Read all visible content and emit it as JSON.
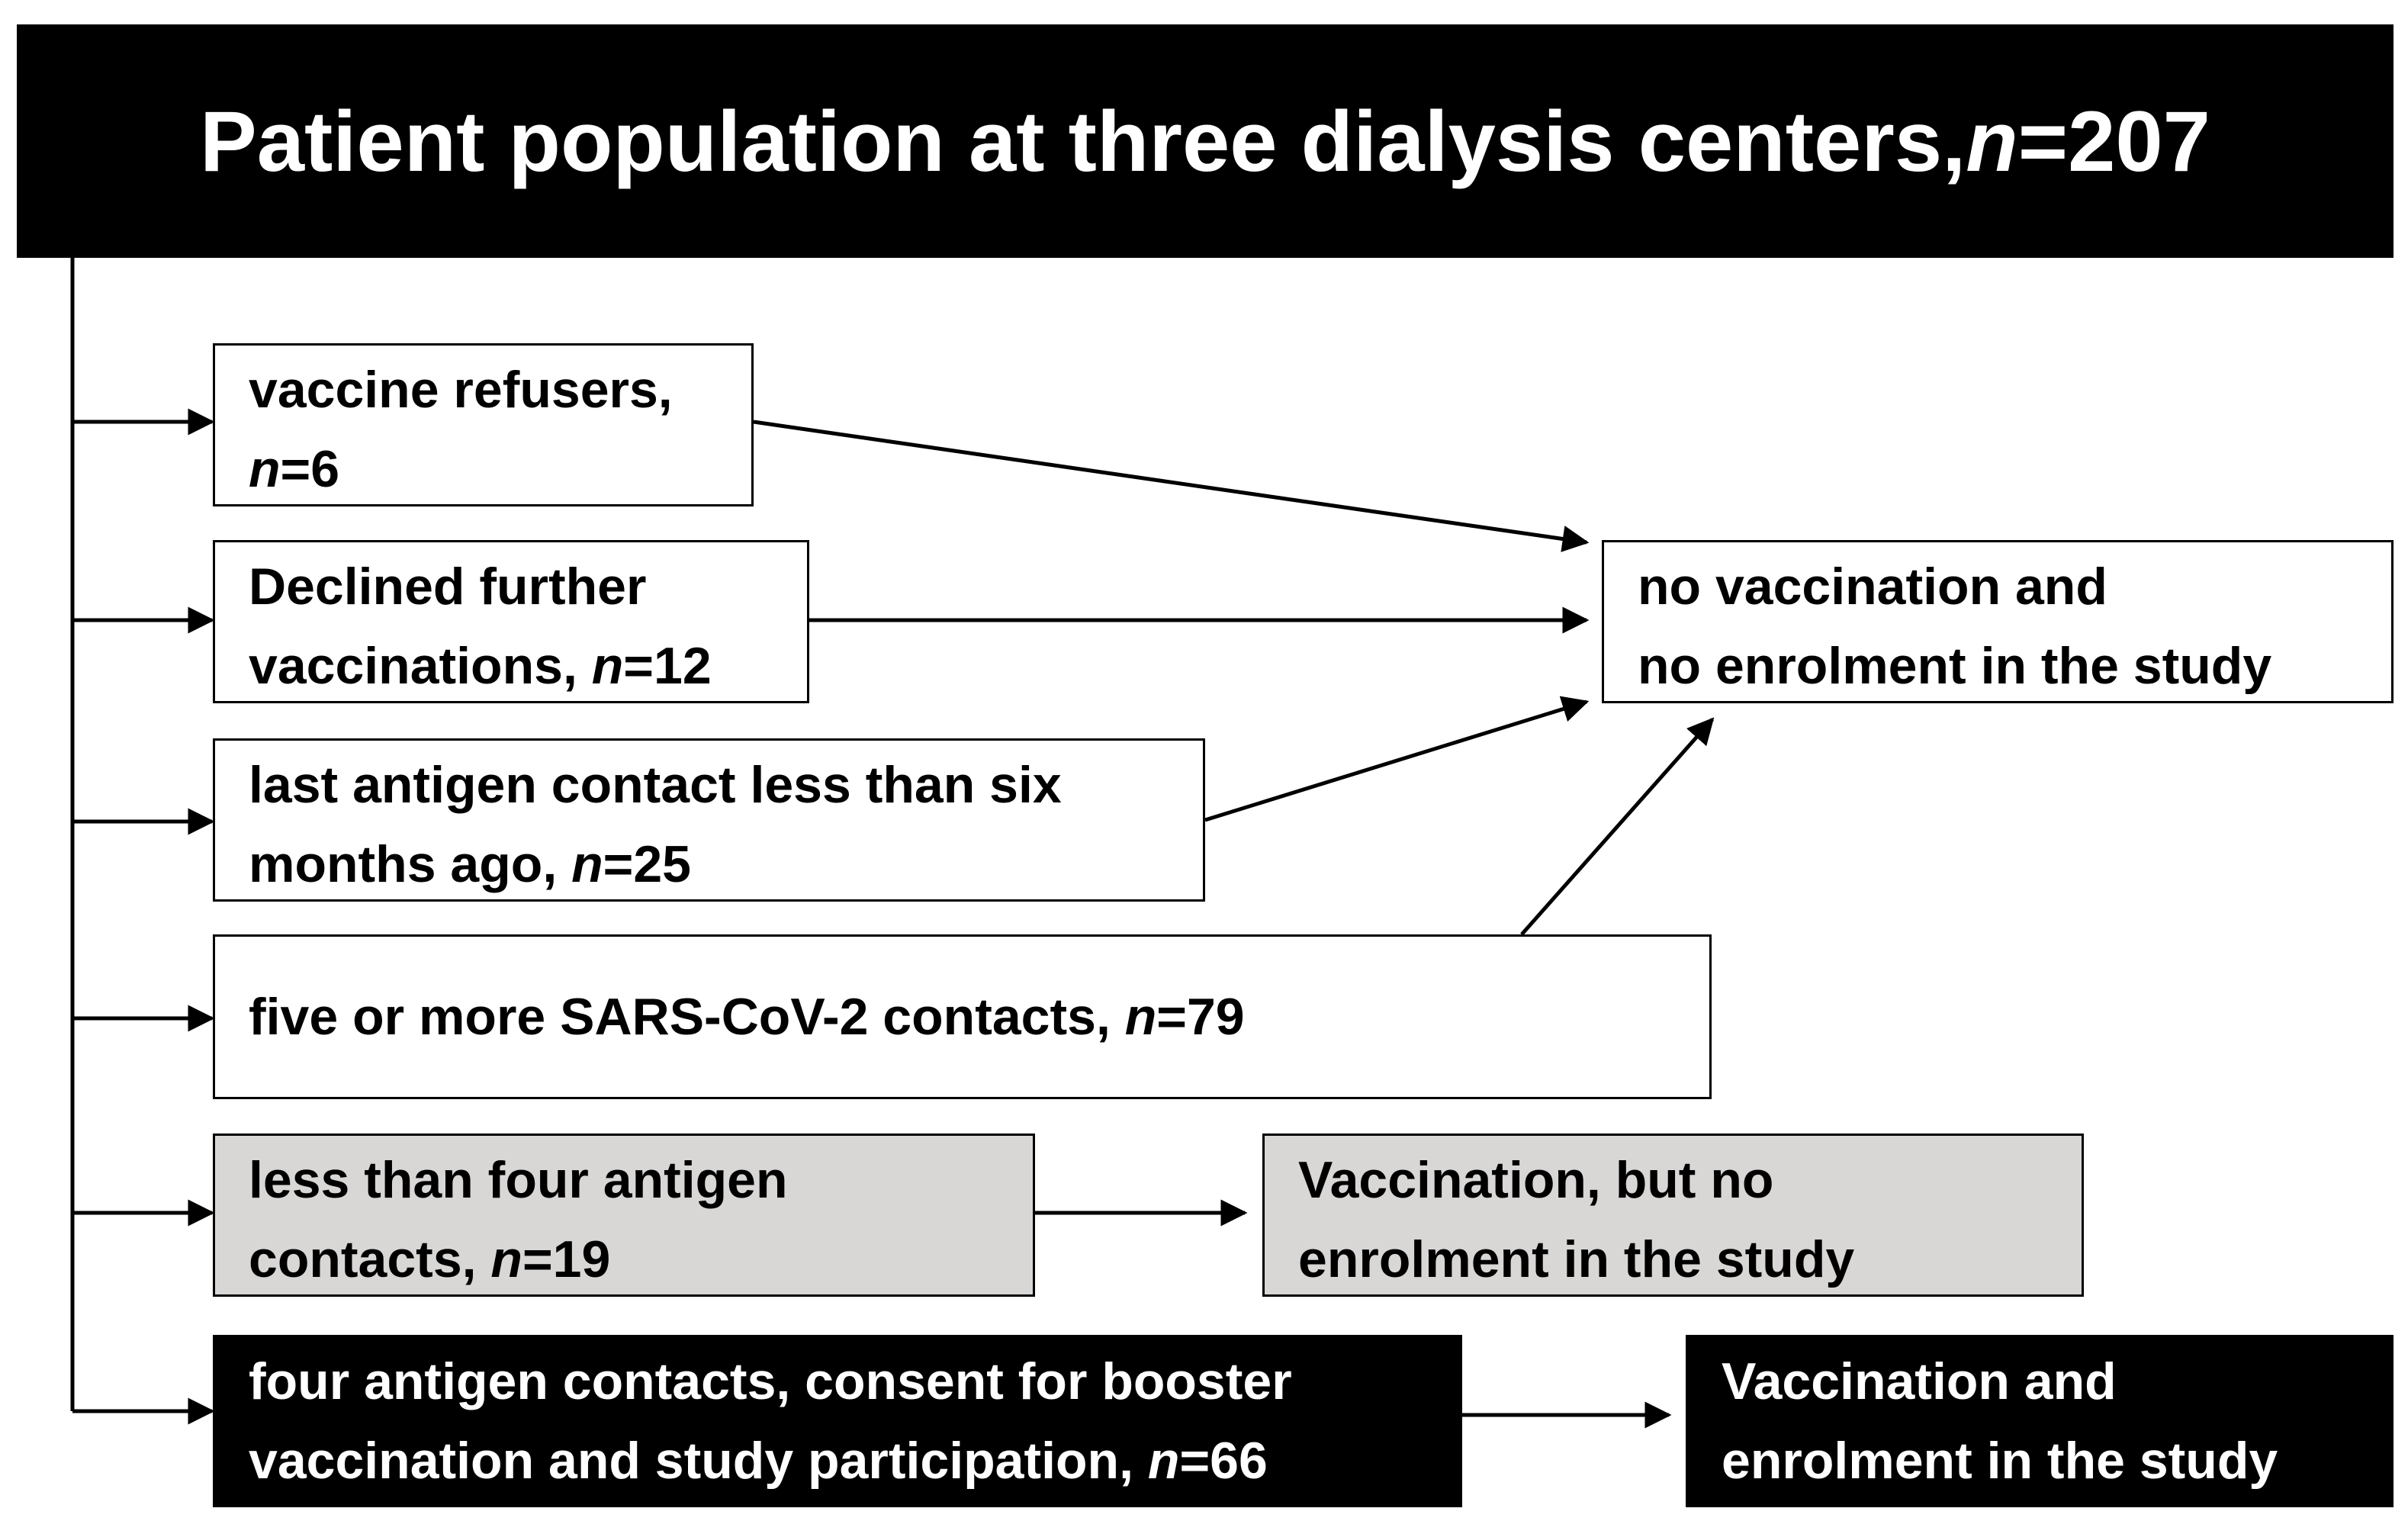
{
  "header": {
    "text": "Patient population at three dialysis centers, ",
    "n_label": "n",
    "n_value": "=207"
  },
  "boxes": {
    "refusers": {
      "line1": "vaccine refusers,",
      "n_label": "n",
      "n_value": "=6"
    },
    "declined": {
      "line1": "Declined further",
      "line2": "vaccinations, ",
      "n_label": "n",
      "n_value": "=12"
    },
    "recent": {
      "line1": "last antigen contact less than six",
      "line2": "months ago, ",
      "n_label": "n",
      "n_value": "=25"
    },
    "five_plus": {
      "line1": "five or more SARS-CoV-2 contacts, ",
      "n_label": "n",
      "n_value": "=79"
    },
    "less_four": {
      "line1": "less than four antigen",
      "line2": "contacts, ",
      "n_label": "n",
      "n_value": "=19"
    },
    "four": {
      "line1": "four antigen contacts, consent for booster",
      "line2": "vaccination and study participation, ",
      "n_label": "n",
      "n_value": "=66"
    }
  },
  "outcomes": {
    "none": {
      "line1": "no vaccination and",
      "line2": "no enrolment in the study"
    },
    "vacc_only": {
      "line1": "Vaccination, but no",
      "line2": "enrolment in the study"
    },
    "enrolled": {
      "line1": "Vaccination and",
      "line2": "enrolment in the study"
    }
  },
  "colors": {
    "black": "#000000",
    "grey": "#d9d7d6",
    "white": "#ffffff"
  }
}
